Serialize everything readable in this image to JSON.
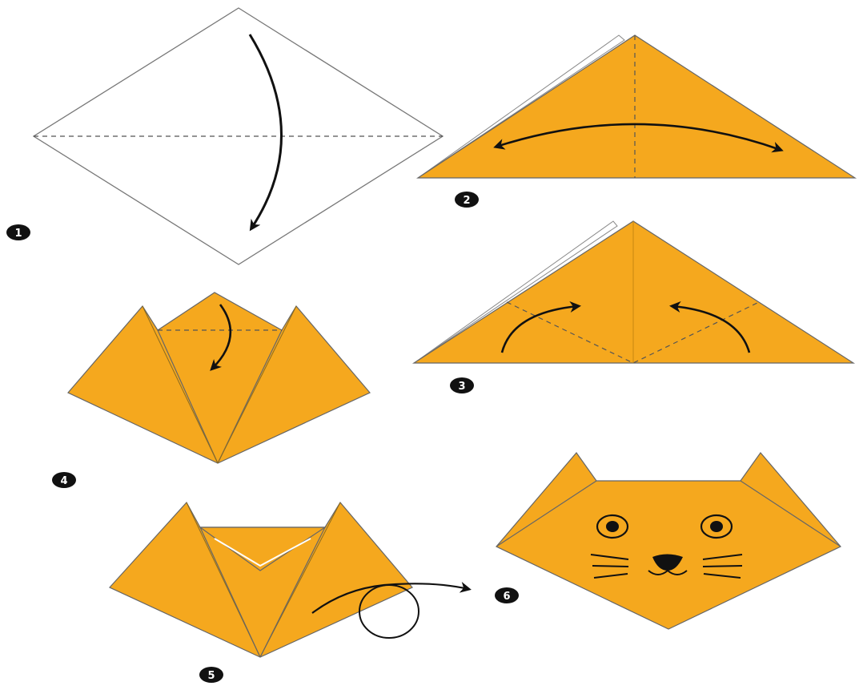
{
  "colors": {
    "paper": "#F5A81E",
    "paper_dark": "#E89A10",
    "outline": "#555555",
    "fold_line": "#555555",
    "arrow": "#111111",
    "badge": "#111111",
    "badge_text": "#ffffff",
    "eye_ring": "#111111"
  },
  "steps": [
    {
      "id": 1,
      "label": "1",
      "icon": "square-diamond-fold-down"
    },
    {
      "id": 2,
      "label": "2",
      "icon": "triangle-fold-center"
    },
    {
      "id": 3,
      "label": "3",
      "icon": "triangle-fold-ears-up"
    },
    {
      "id": 4,
      "label": "4",
      "icon": "fold-top-down"
    },
    {
      "id": 5,
      "label": "5",
      "icon": "turn-over"
    },
    {
      "id": 6,
      "label": "6",
      "icon": "cat-face"
    }
  ]
}
